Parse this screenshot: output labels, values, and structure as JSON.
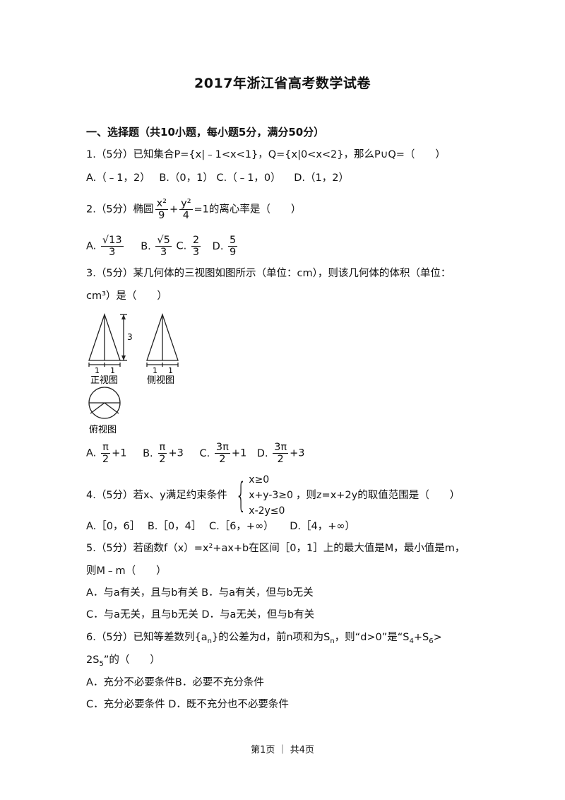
{
  "title": "2017年浙江省高考数学试卷",
  "section1": "一、选择题（共10小题，每小题5分，满分50分）",
  "q1": {
    "text": "1.（5分）已知集合P={x|﹣1<x<1}，Q={x|0<x<2}，那么P∪Q=（　　）",
    "options": [
      "A.（﹣1，2）",
      "B.（0，1）",
      "C.（﹣1，0）",
      "D.（1，2）"
    ]
  },
  "q2": {
    "prefix": "2.（5分）椭圆",
    "f1_num": "x²",
    "f1_den": "9",
    "plus": "+",
    "f2_num": "y²",
    "f2_den": "4",
    "suffix": "=1的离心率是（　　）",
    "optA": "A.",
    "optA_rad": "13",
    "optA_den": "3",
    "optB": "B.",
    "optB_rad": "5",
    "optB_den": "3",
    "optC": "C.",
    "optC_num": "2",
    "optC_den": "3",
    "optD": "D.",
    "optD_num": "5",
    "optD_den": "9",
    "sqrt_sign": "√"
  },
  "q3": {
    "line1": "3.（5分）某几何体的三视图如图所示（单位：cm），则该几何体的体积（单位：",
    "line2": "cm³）是（　　）",
    "fig": {
      "front_label": "正视图",
      "side_label": "侧视图",
      "top_label": "俯视图",
      "height_label": "3",
      "dim_1": "1",
      "dim_2": "1",
      "dim_3": "1",
      "dim_4": "1"
    },
    "optA": "A.",
    "optA_num": "π",
    "optA_den": "2",
    "optA_tail": "+1",
    "optB": "B.",
    "optB_num": "π",
    "optB_den": "2",
    "optB_tail": "+3",
    "optC": "C.",
    "optC_num": "3π",
    "optC_den": "2",
    "optC_tail": "+1",
    "optD": "D.",
    "optD_num": "3π",
    "optD_den": "2",
    "optD_tail": "+3"
  },
  "q4": {
    "prefix": "4.（5分）若x、y满足约束条件",
    "c1": "x≥0",
    "c2": "x+y-3≥0",
    "c3": "x-2y≤0",
    "suffix": "，则z=x+2y的取值范围是（　　）",
    "options": [
      "A.［0，6］",
      "B.［0，4］",
      "C.［6，+∞）",
      "D.［4，+∞）"
    ]
  },
  "q5": {
    "line1": "5.（5分）若函数f（x）=x²+ax+b在区间［0，1］上的最大值是M，最小值是m，",
    "line2": "则M﹣m（　　）",
    "optAB": "A．与a有关，且与b有关   B．与a有关，但与b无关",
    "optCD": "C．与a无关，且与b无关   D．与a无关，但与b有关"
  },
  "q6": {
    "line1_a": "6.（5分）已知等差数列{a",
    "line1_b": "n",
    "line1_c": "}的公差为d，前n项和为S",
    "line1_d": "n",
    "line1_e": "，则“d>0”是“S",
    "line1_f": "4",
    "line1_g": "+S",
    "line1_h": "6",
    "line1_i": ">",
    "line2_a": "2S",
    "line2_b": "5",
    "line2_c": "”的（　　）",
    "optAB": "A．充分不必要条件B．必要不充分条件",
    "optCD": "C．充分必要条件    D．既不充分也不必要条件"
  },
  "footer": "第1页 ｜ 共4页"
}
